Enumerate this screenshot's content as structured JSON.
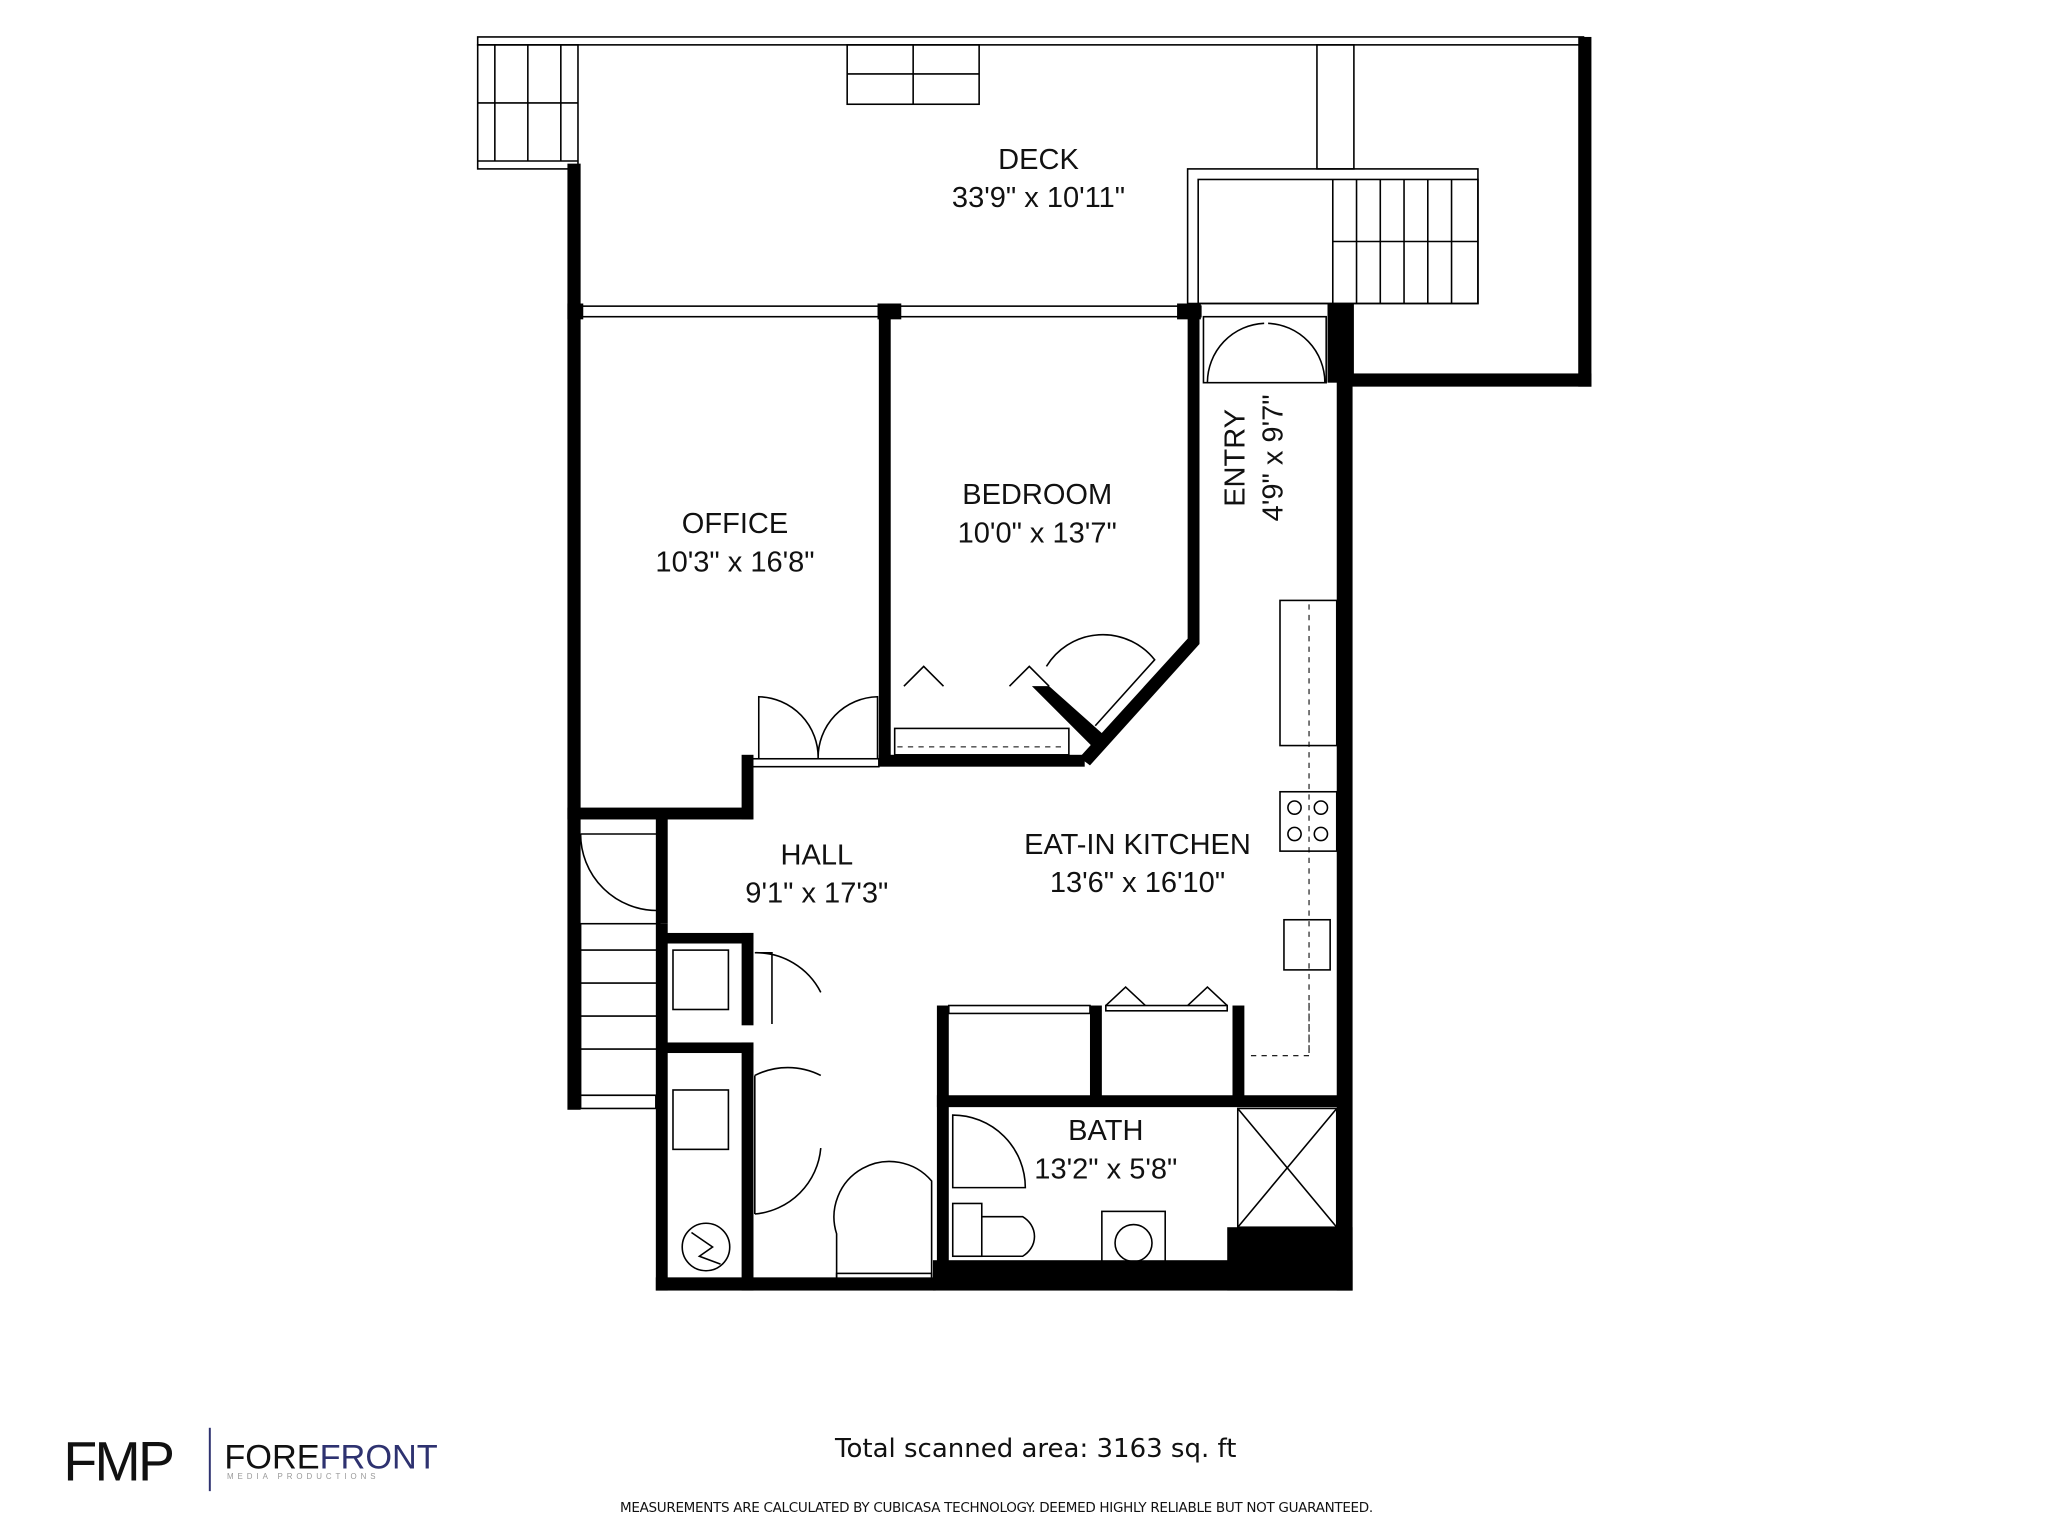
{
  "rooms": {
    "deck": {
      "name": "DECK",
      "size": "33'9\" x 10'11\""
    },
    "office": {
      "name": "OFFICE",
      "size": "10'3\" x 16'8\""
    },
    "bedroom": {
      "name": "BEDROOM",
      "size": "10'0\" x 13'7\""
    },
    "entry": {
      "name": "ENTRY",
      "size": "4'9\" x 9'7\""
    },
    "hall": {
      "name": "HALL",
      "size": "9'1\" x 17'3\""
    },
    "kitchen": {
      "name": "EAT-IN KITCHEN",
      "size": "13'6\" x 16'10\""
    },
    "bath": {
      "name": "BATH",
      "size": "13'2\" x 5'8\""
    }
  },
  "footer": {
    "total_area": "Total scanned area: 3163 sq. ft",
    "disclaimer": "MEASUREMENTS ARE CALCULATED BY CUBICASA TECHNOLOGY. DEEMED HIGHLY RELIABLE BUT NOT GUARANTEED."
  },
  "logo": {
    "mark": "FMP",
    "name_part1": "FORE",
    "name_part2": "FRONT",
    "tagline": "MEDIA PRODUCTIONS",
    "accent": "#2e3270"
  }
}
